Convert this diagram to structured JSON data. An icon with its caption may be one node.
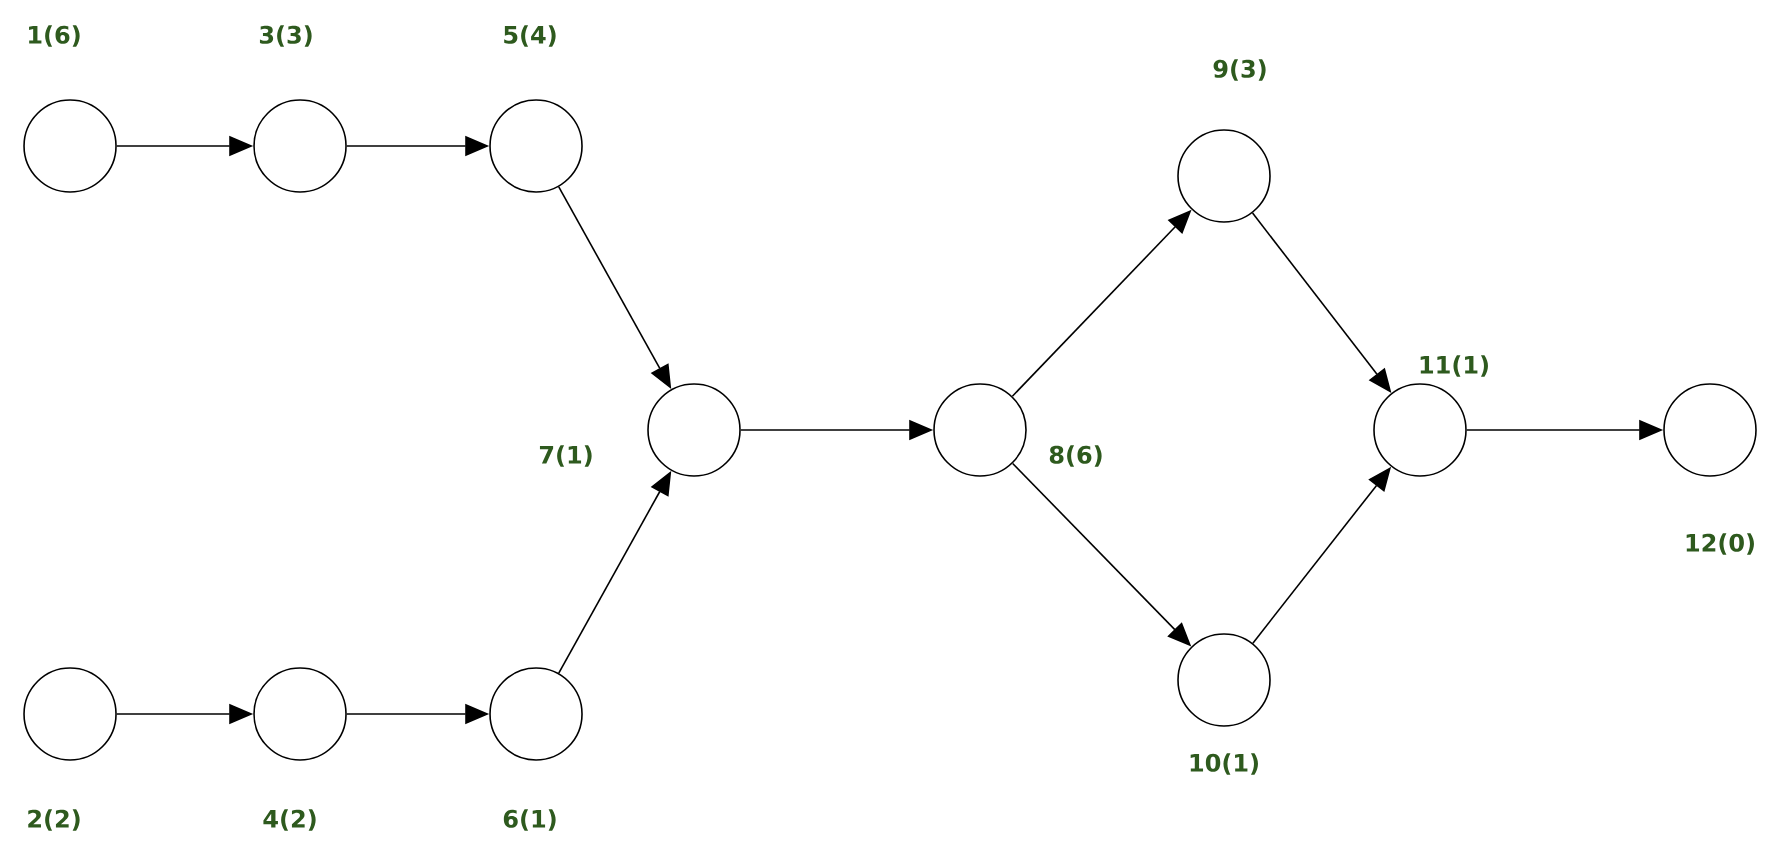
{
  "diagram": {
    "nodes": [
      {
        "text": [],
        "shape": "circle",
        "beside": [
          "1(6)"
        ]
      },
      {
        "text": [],
        "shape": "circle",
        "beside": [
          "2(2)"
        ]
      },
      {
        "text": [],
        "shape": "circle",
        "beside": [
          "3(3)"
        ]
      },
      {
        "text": [],
        "shape": "circle",
        "beside": [
          "4(2)"
        ]
      },
      {
        "text": [],
        "shape": "circle",
        "beside": [
          "5(4)"
        ]
      },
      {
        "text": [],
        "shape": "circle",
        "beside": [
          "6(1)"
        ]
      },
      {
        "text": [],
        "shape": "circle",
        "beside": [
          "7(1)"
        ]
      },
      {
        "text": [],
        "shape": "circle",
        "beside": [
          "8(6)"
        ]
      },
      {
        "text": [],
        "shape": "circle",
        "beside": [
          "9(3)"
        ]
      },
      {
        "text": [],
        "shape": "circle",
        "beside": [
          "10(1)"
        ]
      },
      {
        "text": [],
        "shape": "circle",
        "beside": [
          "11(1)"
        ]
      },
      {
        "text": [],
        "shape": "circle",
        "beside": [
          "12(0)"
        ]
      }
    ],
    "edges": [
      {
        "from": 0,
        "to": 2,
        "arrow": "to"
      },
      {
        "from": 2,
        "to": 4,
        "arrow": "to"
      },
      {
        "from": 4,
        "to": 6,
        "arrow": "to"
      },
      {
        "from": 1,
        "to": 3,
        "arrow": "to"
      },
      {
        "from": 3,
        "to": 5,
        "arrow": "to"
      },
      {
        "from": 5,
        "to": 6,
        "arrow": "to"
      },
      {
        "from": 6,
        "to": 7,
        "arrow": "to"
      },
      {
        "from": 7,
        "to": 8,
        "arrow": "to"
      },
      {
        "from": 7,
        "to": 9,
        "arrow": "to"
      },
      {
        "from": 8,
        "to": 10,
        "arrow": "to"
      },
      {
        "from": 9,
        "to": 10,
        "arrow": "to"
      },
      {
        "from": 10,
        "to": 11,
        "arrow": "to"
      }
    ]
  }
}
